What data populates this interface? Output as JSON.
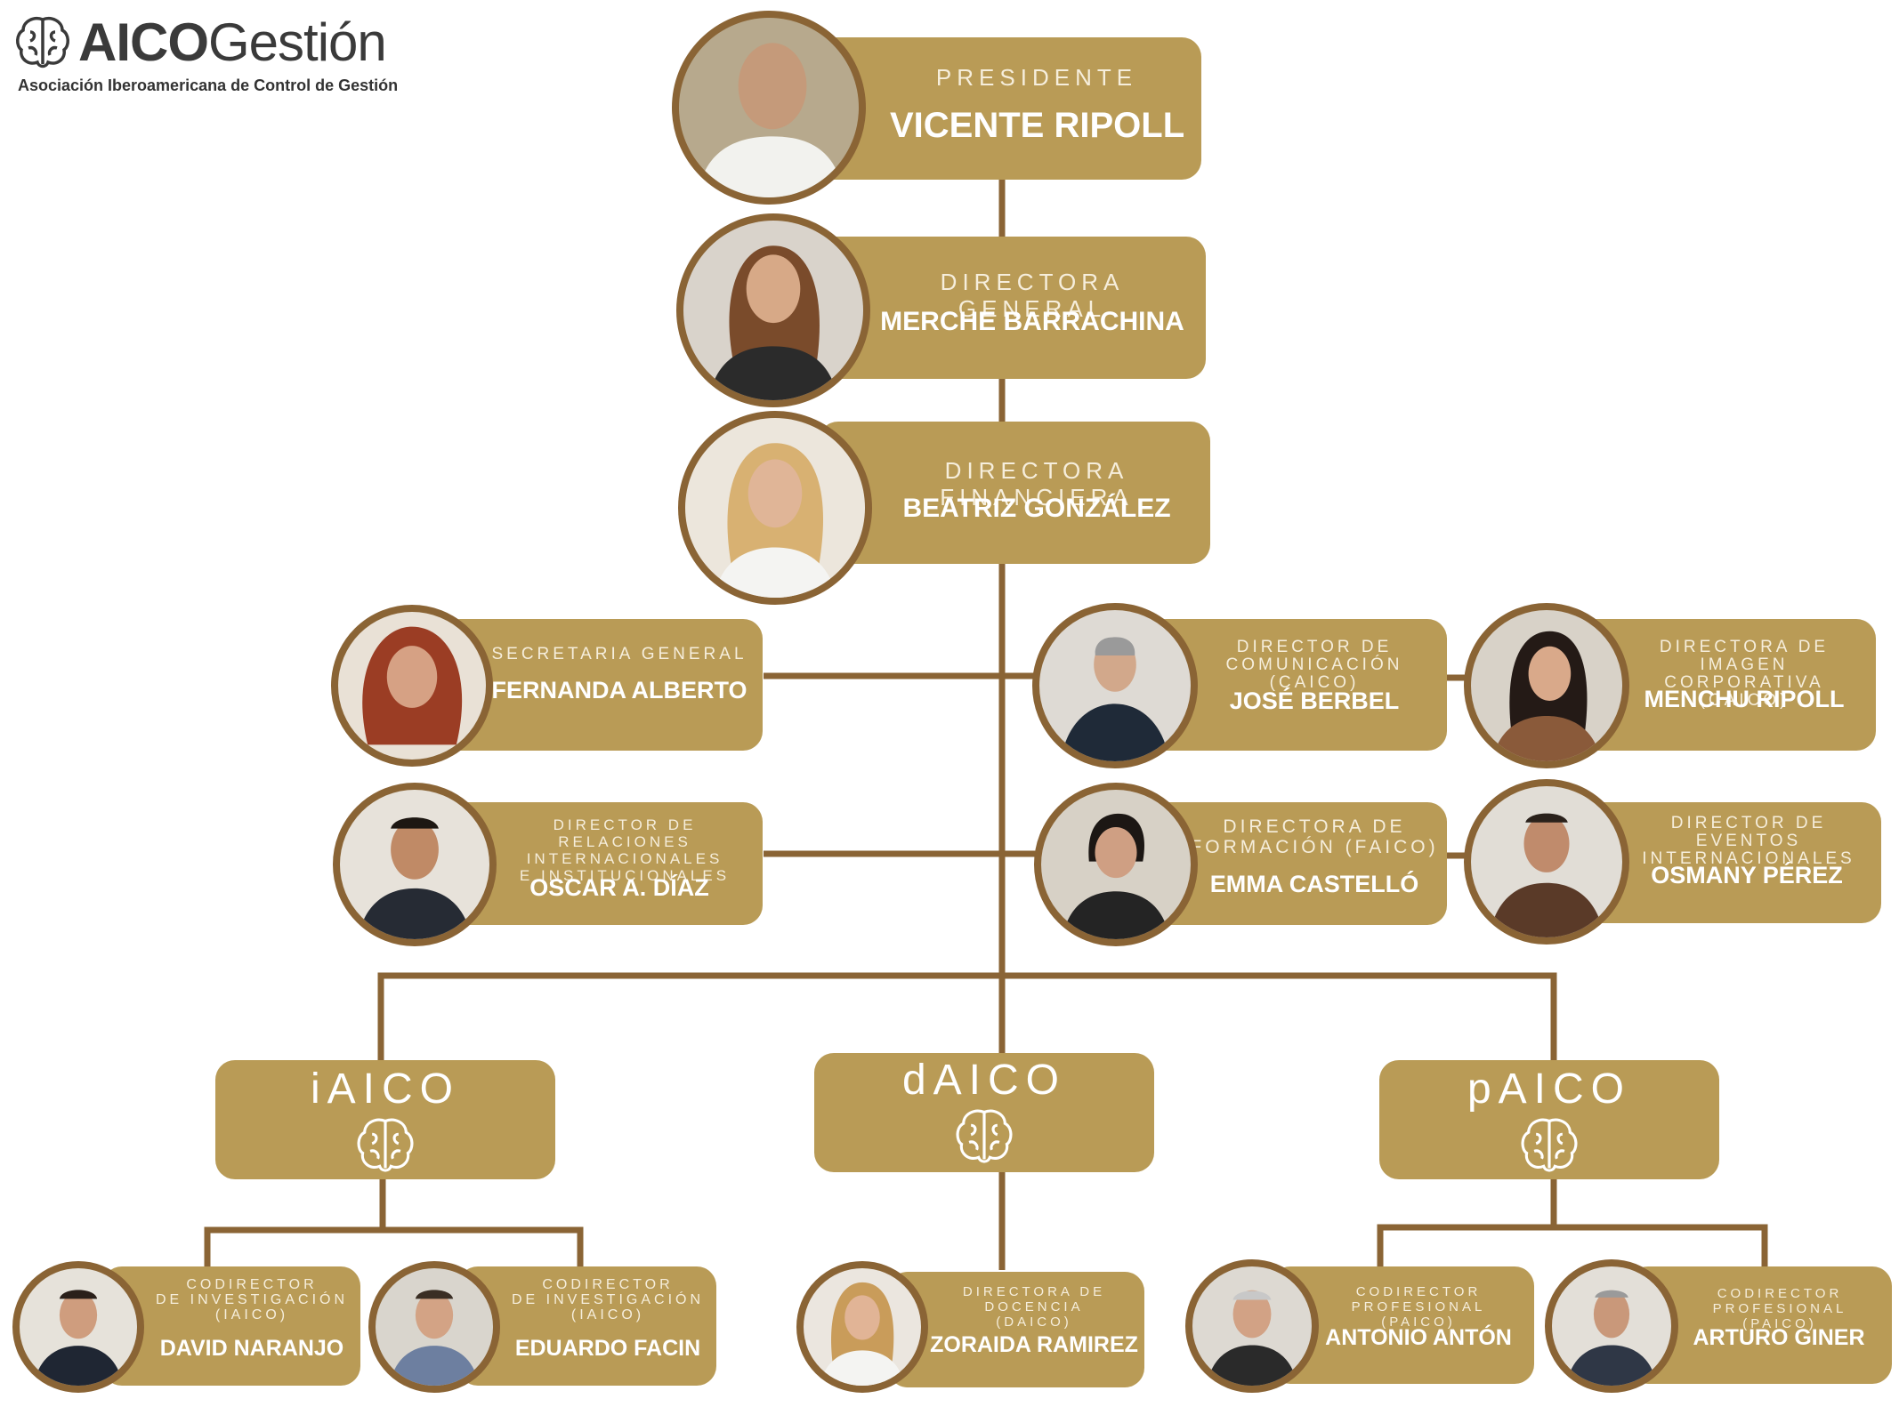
{
  "logo": {
    "word_bold": "AICO",
    "word_light": "Gestión",
    "subtitle": "Asociación Iberoamericana de Control de Gestión",
    "icon": "brain-icon"
  },
  "people": {
    "presidente": {
      "role": "PRESIDENTE",
      "name": "VICENTE RIPOLL"
    },
    "directora_general": {
      "role": "DIRECTORA GENERAL",
      "name": "MERCHE BARRACHINA"
    },
    "directora_financiera": {
      "role": "DIRECTORA FINANCIERA",
      "name": "BEATRIZ GONZÁLEZ"
    },
    "secretaria_general": {
      "role": "SECRETARIA GENERAL",
      "name": "FERNANDA ALBERTO"
    },
    "director_comunicacion": {
      "role": "DIRECTOR DE\nCOMUNICACIÓN (cAICO)",
      "name": "JOSÉ BERBEL"
    },
    "directora_imagen": {
      "role": "DIRECTORA DE IMAGEN\nCORPORATIVA (cAICO)",
      "name": "MENCHU RIPOLL"
    },
    "director_relaciones": {
      "role": "DIRECTOR DE RELACIONES\nINTERNACIONALES\nE INSTITUCIONALES",
      "name": "OSCAR A. DÍAZ"
    },
    "directora_formacion": {
      "role": "DIRECTORA DE\nFORMACIÓN (fAICO)",
      "name": "EMMA CASTELLÓ"
    },
    "director_eventos": {
      "role": "DIRECTOR DE EVENTOS\nINTERNACIONALES",
      "name": "OSMANY PÉREZ"
    },
    "codirector_inv_1": {
      "role": "CODIRECTOR\nDE INVESTIGACIÓN\n(iAICO)",
      "name": "DAVID NARANJO"
    },
    "codirector_inv_2": {
      "role": "CODIRECTOR\nDE INVESTIGACIÓN\n(iAICO)",
      "name": "EDUARDO FACIN"
    },
    "directora_docencia": {
      "role": "DIRECTORA DE DOCENCIA\n(dAICO)",
      "name": "ZORAIDA RAMIREZ"
    },
    "codirector_prof_1": {
      "role": "CODIRECTOR PROFESIONAL\n(pAICO)",
      "name": "ANTONIO ANTÓN"
    },
    "codirector_prof_2": {
      "role": "CODIRECTOR PROFESIONAL\n(pAICO)",
      "name": "ARTURO GINER"
    }
  },
  "groups": {
    "iaico": {
      "title": "iAICO",
      "icon": "brain-icon"
    },
    "daico": {
      "title": "dAICO",
      "icon": "brain-icon"
    },
    "paico": {
      "title": "pAICO",
      "icon": "brain-icon"
    }
  },
  "colors": {
    "card": "#b99b56",
    "line": "#8a6435",
    "photo_ring": "#8a6435",
    "text": "#ffffff"
  }
}
